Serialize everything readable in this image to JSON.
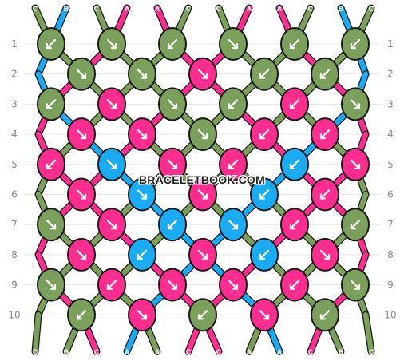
{
  "colors": {
    "A": "#ff2d8f",
    "B": "#1aabf5",
    "C": "#7ba05b"
  },
  "color_outline": "#1a1a1a",
  "top_strings": [
    "C",
    "B",
    "C",
    "A",
    "A",
    "C",
    "C",
    "A",
    "A",
    "C",
    "B",
    "C"
  ],
  "bottom_strings": [
    "C",
    "B",
    "C",
    "A",
    "A",
    "C",
    "C",
    "A",
    "A",
    "C",
    "B",
    "C"
  ],
  "row_numbers": [
    "1",
    "2",
    "3",
    "4",
    "5",
    "6",
    "7",
    "8",
    "9",
    "10"
  ],
  "watermark": "BRACELETBOOK.COM",
  "knot_rows": [
    {
      "knots": [
        {
          "c": "C",
          "d": "sw"
        },
        {
          "c": "C",
          "d": "se"
        },
        {
          "c": "C",
          "d": "sw"
        },
        {
          "c": "C",
          "d": "se"
        },
        {
          "c": "C",
          "d": "sw"
        },
        {
          "c": "C",
          "d": "sw"
        }
      ]
    },
    {
      "knots": [
        {
          "c": "C",
          "d": "se"
        },
        {
          "c": "C",
          "d": "se"
        },
        {
          "c": "A",
          "d": "se"
        },
        {
          "c": "C",
          "d": "sw"
        },
        {
          "c": "C",
          "d": "sw"
        }
      ]
    },
    {
      "knots": [
        {
          "c": "C",
          "d": "sw"
        },
        {
          "c": "A",
          "d": "se"
        },
        {
          "c": "C",
          "d": "se"
        },
        {
          "c": "C",
          "d": "sw"
        },
        {
          "c": "A",
          "d": "sw"
        },
        {
          "c": "C",
          "d": "se"
        }
      ]
    },
    {
      "knots": [
        {
          "c": "A",
          "d": "se"
        },
        {
          "c": "A",
          "d": "se"
        },
        {
          "c": "C",
          "d": "se"
        },
        {
          "c": "A",
          "d": "sw"
        },
        {
          "c": "A",
          "d": "sw"
        }
      ]
    },
    {
      "knots": [
        {
          "c": "A",
          "d": "sw"
        },
        {
          "c": "B",
          "d": "se"
        },
        {
          "c": "A",
          "d": "se"
        },
        {
          "c": "A",
          "d": "sw"
        },
        {
          "c": "B",
          "d": "sw"
        },
        {
          "c": "A",
          "d": "se"
        }
      ]
    },
    {
      "knots": [
        {
          "c": "A",
          "d": "se"
        },
        {
          "c": "B",
          "d": "se"
        },
        {
          "c": "A",
          "d": "se"
        },
        {
          "c": "B",
          "d": "sw"
        },
        {
          "c": "A",
          "d": "sw"
        }
      ]
    },
    {
      "knots": [
        {
          "c": "C",
          "d": "se"
        },
        {
          "c": "A",
          "d": "se"
        },
        {
          "c": "B",
          "d": "sw"
        },
        {
          "c": "B",
          "d": "se"
        },
        {
          "c": "A",
          "d": "sw"
        },
        {
          "c": "C",
          "d": "sw"
        }
      ]
    },
    {
      "knots": [
        {
          "c": "A",
          "d": "se"
        },
        {
          "c": "B",
          "d": "sw"
        },
        {
          "c": "A",
          "d": "se"
        },
        {
          "c": "B",
          "d": "sw"
        },
        {
          "c": "A",
          "d": "se"
        }
      ]
    },
    {
      "knots": [
        {
          "c": "C",
          "d": "se"
        },
        {
          "c": "A",
          "d": "sw"
        },
        {
          "c": "A",
          "d": "se"
        },
        {
          "c": "A",
          "d": "se"
        },
        {
          "c": "A",
          "d": "sw"
        },
        {
          "c": "C",
          "d": "se"
        }
      ]
    },
    {
      "knots": [
        {
          "c": "C",
          "d": "sw"
        },
        {
          "c": "A",
          "d": "se"
        },
        {
          "c": "C",
          "d": "sw"
        },
        {
          "c": "A",
          "d": "se"
        },
        {
          "c": "C",
          "d": "sw"
        }
      ]
    }
  ]
}
